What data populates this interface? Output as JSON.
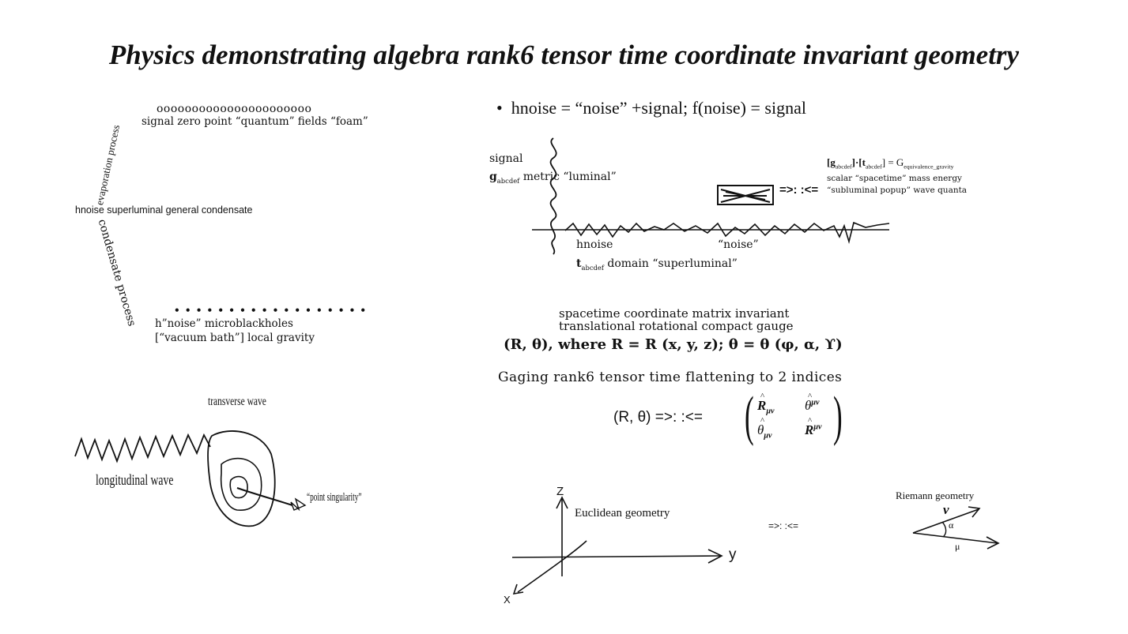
{
  "title": "Physics demonstrating algebra rank6 tensor time coordinate invariant geometry",
  "left_top": {
    "dots_row": "oooooooooooooooooooooo",
    "signal_label": "signal zero point “quantum” fields “foam”",
    "evaporation_label": "evaporation process",
    "center_label": "hnoise superluminal general condensate",
    "condensate_label": "condensate process",
    "dots_bottom": "• • • • • • • • • • • • • • • • • •",
    "microblackholes": "h”noise” microblackholes",
    "vacuum_bath": "[“vacuum bath”] local gravity"
  },
  "left_bottom": {
    "transverse": "transverse wave",
    "longitudinal": "longitudinal wave",
    "point_singularity": "“point singularity”"
  },
  "bullet": {
    "marker": "•",
    "text": "hnoise = “noise” +signal; f(noise) = signal"
  },
  "signal_plot": {
    "signal": "signal",
    "metric_g": "g",
    "metric_sub": "abcdef",
    "metric_rest": " metric “luminal”",
    "hnoise": "hnoise",
    "noise": "“noise”",
    "domain_t": "t",
    "domain_sub": "abcdef",
    "domain_rest": " domain “superluminal”",
    "eq_g": "[g",
    "eq_g_sub": "abcdef",
    "eq_mid": "]·[t",
    "eq_t_sub": "abcdef",
    "eq_end": "] = G",
    "eq_G_sub": "equivalence_gravity",
    "scalar": "scalar “spacetime” mass energy",
    "popup": "“subluminal popup” wave quanta",
    "arrow_symbol": "=>: :<="
  },
  "invariant": {
    "line1": "spacetime coordinate matrix invariant",
    "line2": "translational rotational compact gauge",
    "formula": "(R, θ), where R = R (x, y, z); θ = θ (φ, α, ϒ)"
  },
  "gaging": {
    "heading": "Gaging rank6 tensor time flattening to 2 indices",
    "lhs": "(R, θ) =>: :<=",
    "m11": "R",
    "m12": "θ",
    "m21": "θ",
    "m22": "R",
    "sub_lower": "μν",
    "sup_upper": "μν",
    "hat": "^"
  },
  "geometry": {
    "z": "Z",
    "y": "y",
    "x": "X",
    "euclidean": "Euclidean geometry",
    "mid_arrow": "=>: :<=",
    "riemann": "Riemann geometry",
    "nu": "ν",
    "alpha": "α",
    "mu": "μ"
  }
}
